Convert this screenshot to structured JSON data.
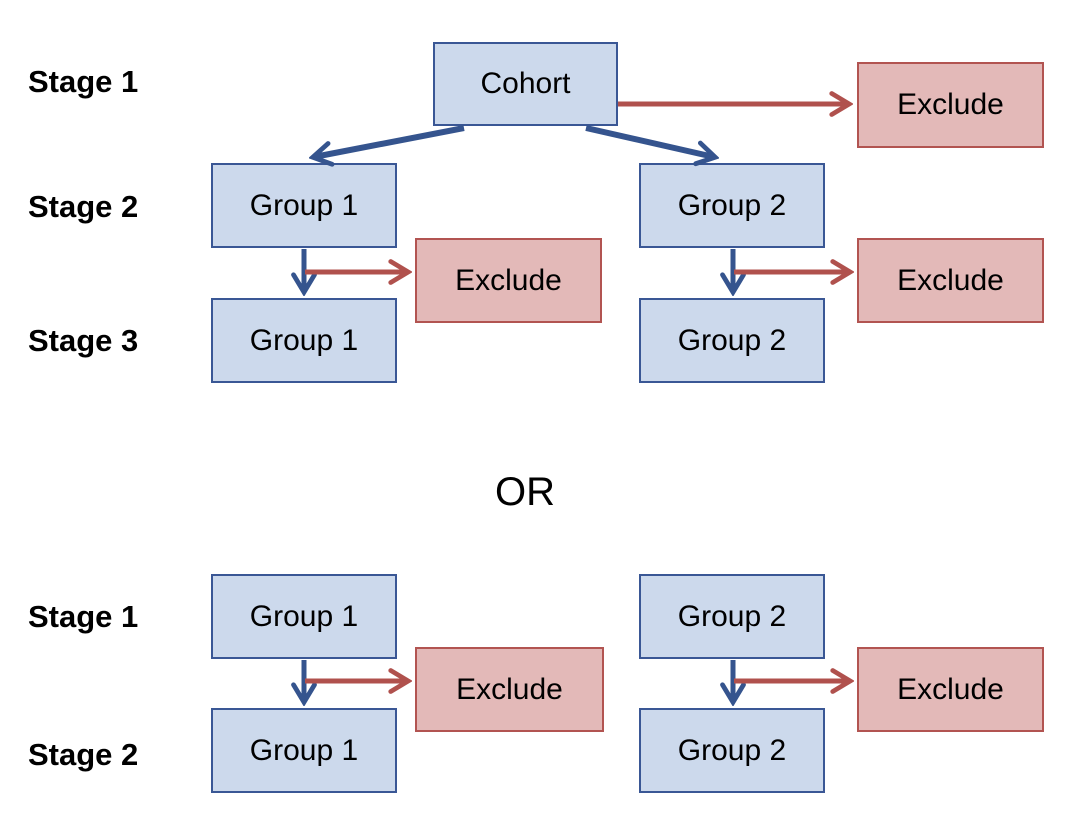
{
  "labels": {
    "stage1": "Stage 1",
    "stage2": "Stage 2",
    "stage3": "Stage 3",
    "cohort": "Cohort",
    "group1": "Group 1",
    "group2": "Group 2",
    "exclude": "Exclude",
    "or": "OR"
  },
  "colors": {
    "node_fill_blue": "#CCD9EC",
    "node_border_blue": "#3A5795",
    "node_fill_red": "#E3B9B8",
    "node_border_red": "#B25451",
    "arrow_blue": "#35548E",
    "arrow_red": "#B0514D",
    "text": "#000000",
    "background": "#FFFFFF"
  },
  "structure": {
    "option1": {
      "stages": [
        "Stage 1",
        "Stage 2",
        "Stage 3"
      ],
      "edges": [
        {
          "from": "Cohort",
          "to": "Exclude",
          "type": "exclusion"
        },
        {
          "from": "Cohort",
          "to": "Group 1 (Stage 2)",
          "type": "allocation"
        },
        {
          "from": "Cohort",
          "to": "Group 2 (Stage 2)",
          "type": "allocation"
        },
        {
          "from": "Group 1 (Stage 2)",
          "to": "Group 1 (Stage 3)",
          "type": "progression"
        },
        {
          "from": "Group 1 (Stage 2)",
          "to": "Exclude",
          "type": "exclusion"
        },
        {
          "from": "Group 2 (Stage 2)",
          "to": "Group 2 (Stage 3)",
          "type": "progression"
        },
        {
          "from": "Group 2 (Stage 2)",
          "to": "Exclude",
          "type": "exclusion"
        }
      ]
    },
    "option2": {
      "stages": [
        "Stage 1",
        "Stage 2"
      ],
      "edges": [
        {
          "from": "Group 1 (Stage 1)",
          "to": "Group 1 (Stage 2)",
          "type": "progression"
        },
        {
          "from": "Group 1 (Stage 1)",
          "to": "Exclude",
          "type": "exclusion"
        },
        {
          "from": "Group 2 (Stage 1)",
          "to": "Group 2 (Stage 2)",
          "type": "progression"
        },
        {
          "from": "Group 2 (Stage 1)",
          "to": "Exclude",
          "type": "exclusion"
        }
      ]
    }
  }
}
